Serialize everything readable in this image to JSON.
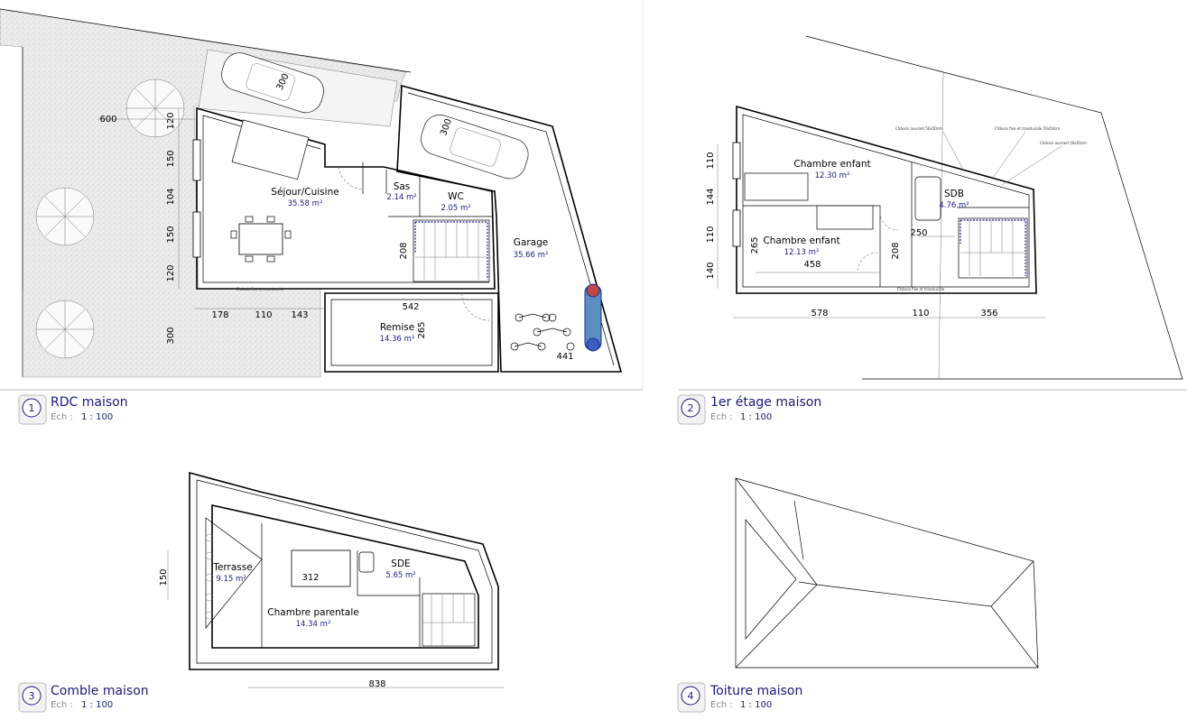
{
  "views": [
    {
      "number": "1",
      "title": "RDC maison",
      "scale_label": "Ech :",
      "scale_value": "1 : 100",
      "rooms": [
        {
          "name": "Séjour/Cuisine",
          "area": "35.58 m²"
        },
        {
          "name": "Sas",
          "area": "2.14 m²"
        },
        {
          "name": "WC",
          "area": "2.05 m²"
        },
        {
          "name": "Garage",
          "area": "35.66 m²"
        },
        {
          "name": "Remise",
          "area": "14.36 m²"
        }
      ],
      "dimensions": [
        "600",
        "120",
        "150",
        "104",
        "150",
        "120",
        "300",
        "178",
        "110",
        "143",
        "542",
        "265",
        "208",
        "300",
        "300",
        "441"
      ],
      "note": "Châssis fixe et translucide"
    },
    {
      "number": "2",
      "title": "1er étage maison",
      "scale_label": "Ech :",
      "scale_value": "1 : 100",
      "rooms": [
        {
          "name": "Chambre enfant",
          "area": "12.30 m²"
        },
        {
          "name": "SDB",
          "area": "4.76 m²"
        },
        {
          "name": "Chambre enfant",
          "area": "12.13 m²"
        }
      ],
      "dimensions": [
        "110",
        "144",
        "110",
        "140",
        "265",
        "458",
        "208",
        "250",
        "578",
        "110",
        "356"
      ],
      "notes": [
        "Châssis ouvrant 50x50cm",
        "Châssis fixe et translucide 50x50cm",
        "Châssis ouvrant 50x50cm",
        "Châssis fixe et translucide"
      ]
    },
    {
      "number": "3",
      "title": "Comble maison",
      "scale_label": "Ech :",
      "scale_value": "1 : 100",
      "rooms": [
        {
          "name": "Terrasse",
          "area": "9.15 m²"
        },
        {
          "name": "SDE",
          "area": "5.65 m²"
        },
        {
          "name": "Chambre parentale",
          "area": "14.34 m²"
        }
      ],
      "dimensions": [
        "150",
        "312",
        "838"
      ]
    },
    {
      "number": "4",
      "title": "Toiture maison",
      "scale_label": "Ech :",
      "scale_value": "1 : 100"
    }
  ]
}
